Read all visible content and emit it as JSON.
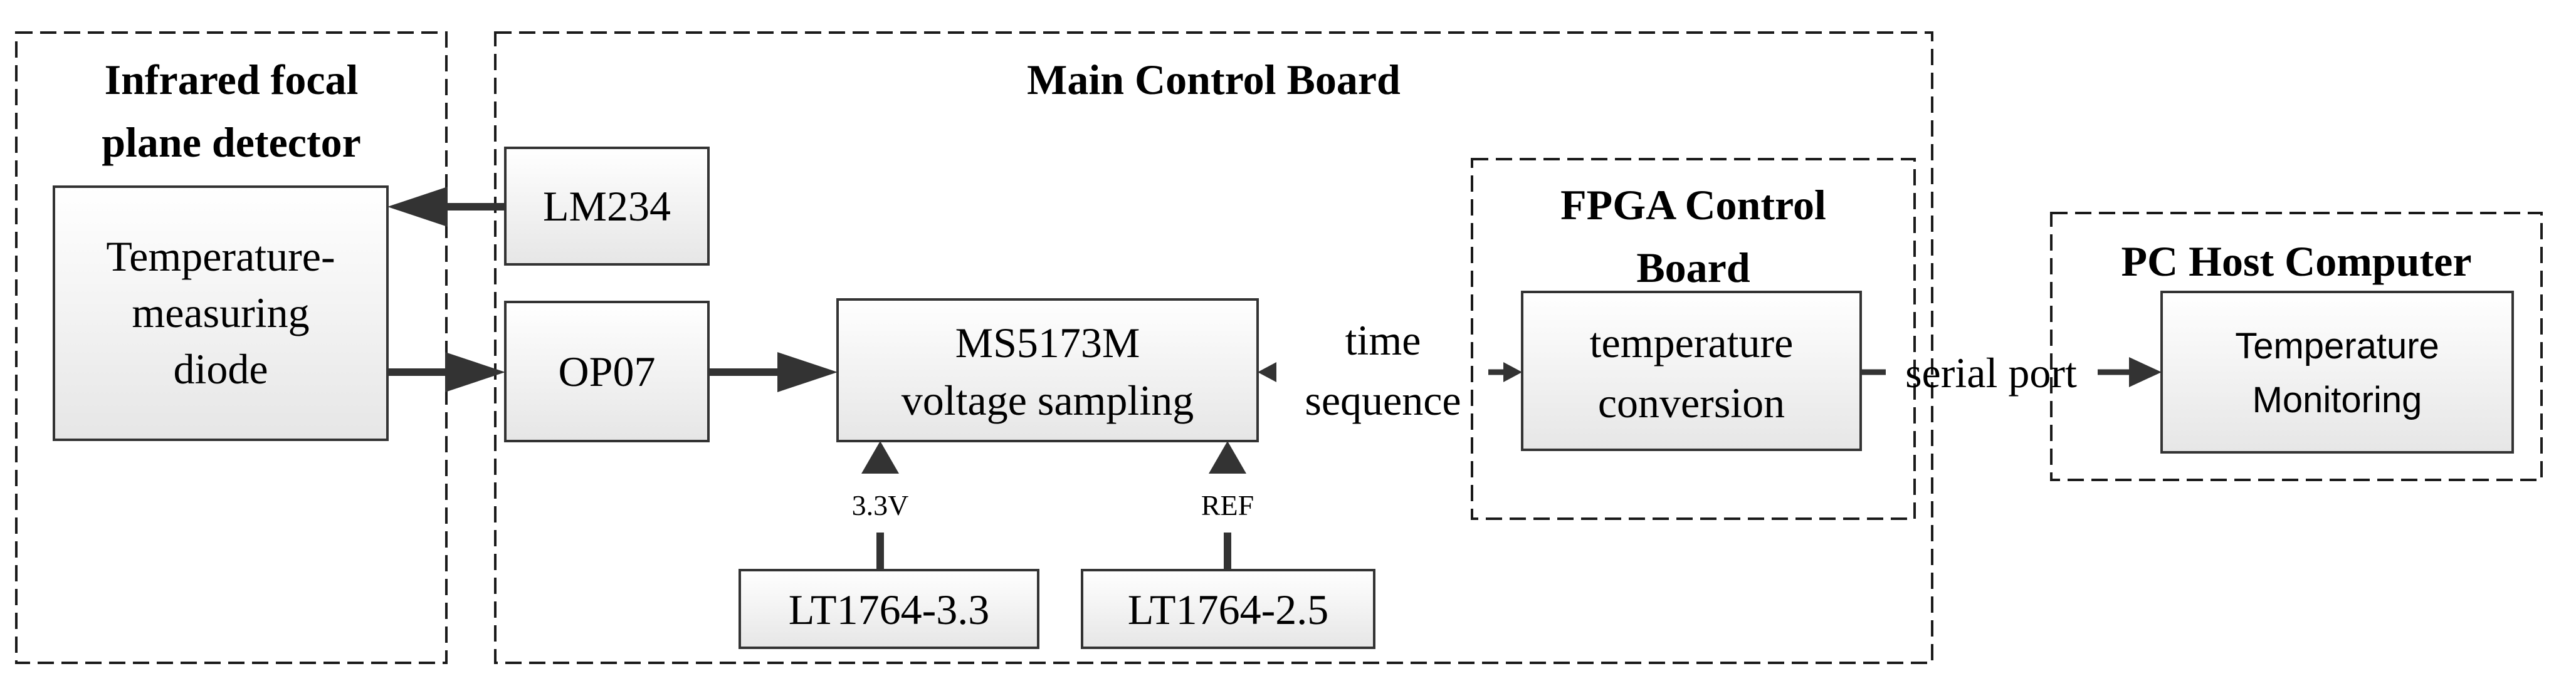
{
  "regions": {
    "detector": {
      "title_line1": "Infrared focal",
      "title_line2": "plane detector"
    },
    "main_board": {
      "title": "Main Control Board"
    },
    "fpga_board": {
      "title_line1": "FPGA Control",
      "title_line2": "Board"
    },
    "pc_host": {
      "title": "PC Host Computer"
    }
  },
  "blocks": {
    "diode": {
      "line1": "Temperature-",
      "line2": "measuring",
      "line3": "diode"
    },
    "lm234": {
      "label": "LM234"
    },
    "op07": {
      "label": "OP07"
    },
    "ms5173m": {
      "line1": "MS5173M",
      "line2": "voltage sampling"
    },
    "lt1764_33": {
      "label": "LT1764-3.3"
    },
    "lt1764_25": {
      "label": "LT1764-2.5"
    },
    "temp_conversion": {
      "line1": "temperature",
      "line2": "conversion"
    },
    "temp_monitoring": {
      "line1": "Temperature",
      "line2": "Monitoring"
    }
  },
  "connections": {
    "time_sequence": {
      "line1": "time",
      "line2": "sequence"
    },
    "serial_port": {
      "label": "serial port"
    },
    "supply_3v3": {
      "label": "3.3V"
    },
    "reference": {
      "label": "REF"
    }
  },
  "colors": {
    "line": "#333333",
    "block_fill_top": "#ffffff",
    "block_fill_bottom": "#e6e6e6"
  }
}
